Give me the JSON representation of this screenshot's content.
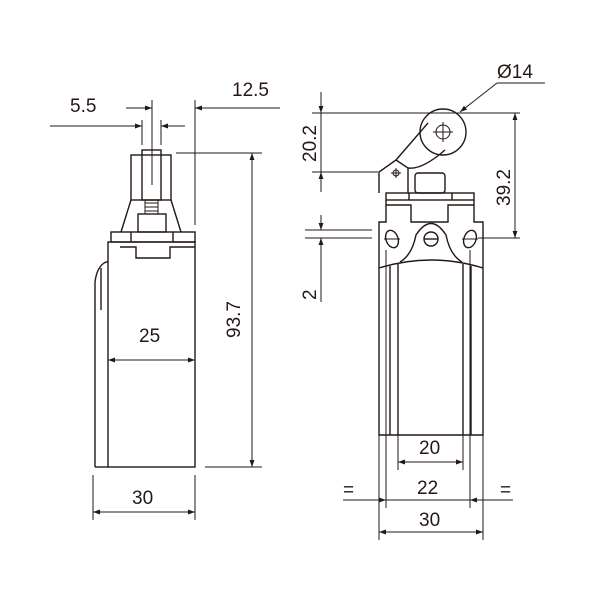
{
  "drawing": {
    "side_view": {
      "dim_plunger_width": "5.5",
      "dim_plunger_offset": "12.5",
      "dim_height": "93.7",
      "dim_inner_depth": "25",
      "dim_width": "30"
    },
    "front_view": {
      "dim_roller_diameter": "Ø14",
      "dim_lever_height": "20.2",
      "dim_total_height": "39.2",
      "dim_hole_offset": "2",
      "dim_inner_width": "20",
      "dim_hole_spacing": "22",
      "dim_width": "30",
      "equal_left": "=",
      "equal_right": "="
    }
  }
}
